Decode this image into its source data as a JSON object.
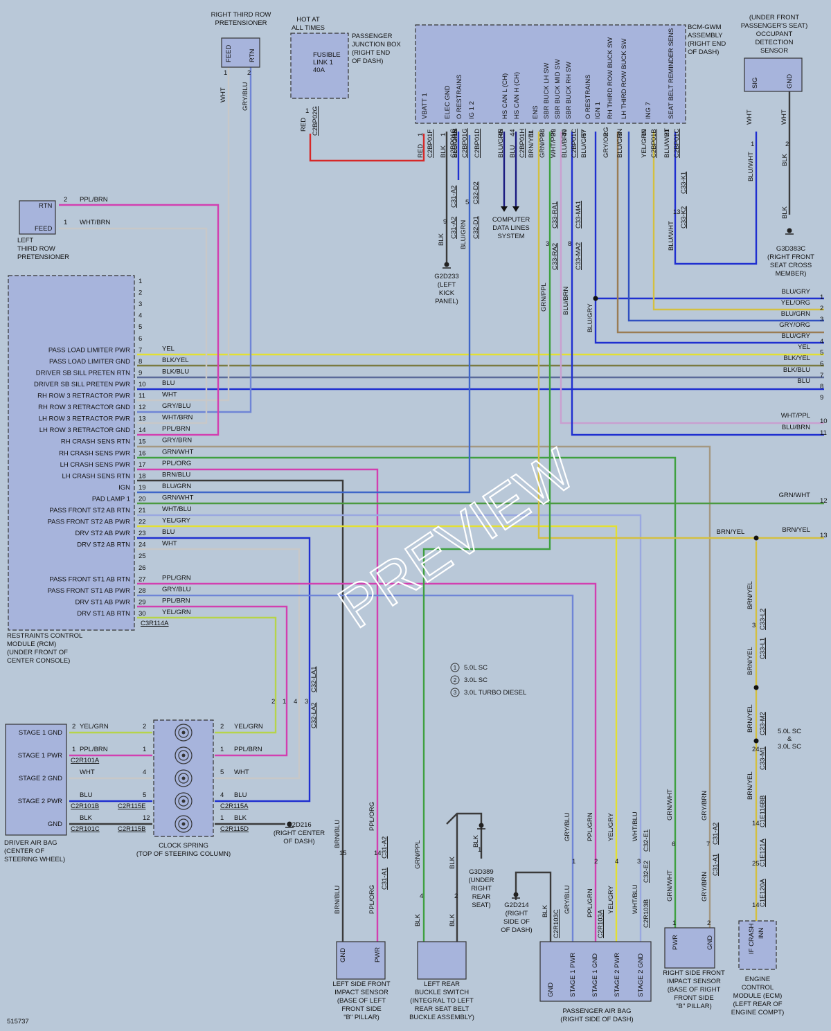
{
  "doc_id": "515737",
  "watermark": "PREVIEW",
  "legend": [
    {
      "num": "1",
      "text": "5.0L SC"
    },
    {
      "num": "2",
      "text": "3.0L SC"
    },
    {
      "num": "3",
      "text": "3.0L TURBO DIESEL"
    }
  ],
  "components": {
    "rcm": [
      "RESTRAINTS CONTROL",
      "MODULE (RCM)",
      "(UNDER FRONT OF",
      "CENTER CONSOLE)"
    ],
    "rcm_connector": "C3R114A",
    "right_pret": [
      "RIGHT THIRD ROW",
      "PRETENSIONER"
    ],
    "left_pret": [
      "LEFT",
      "THIRD ROW",
      "PRETENSIONER"
    ],
    "hot_at": [
      "HOT AT",
      "ALL TIMES"
    ],
    "pjb": [
      "PASSENGER",
      "JUNCTION BOX",
      "(RIGHT END",
      "OF DASH)"
    ],
    "fuse": [
      "FUSIBLE",
      "LINK 1",
      "40A"
    ],
    "bcm": [
      "BCM-GWM",
      "ASSEMBLY",
      "(RIGHT END",
      "OF DASH)"
    ],
    "ods": [
      "(UNDER FRONT",
      "PASSENGER'S SEAT)",
      "OCCUPANT",
      "DETECTION",
      "SENSOR"
    ],
    "g3d383c": [
      "G3D383C",
      "(RIGHT FRONT",
      "SEAT CROSS",
      "MEMBER)"
    ],
    "g2d233": [
      "G2D233",
      "(LEFT",
      "KICK",
      "PANEL)"
    ],
    "computer_data": [
      "COMPUTER",
      "DATA LINES",
      "SYSTEM"
    ],
    "driver_airbag": [
      "DRIVER AIR BAG",
      "(CENTER OF",
      "STEERING WHEEL)"
    ],
    "clock_spring": [
      "CLOCK SPRING",
      "(TOP OF STEERING COLUMN)"
    ],
    "g2d216": [
      "G2D216",
      "(RIGHT CENTER",
      "OF DASH)"
    ],
    "left_impact": [
      "LEFT SIDE FRONT",
      "IMPACT SENSOR",
      "(BASE OF LEFT",
      "FRONT SIDE",
      "\"B\" PILLAR)"
    ],
    "left_buckle": [
      "LEFT REAR",
      "BUCKLE SWITCH",
      "(INTEGRAL TO LEFT",
      "REAR SEAT BELT",
      "BUCKLE ASSEMBLY)"
    ],
    "g3d389": [
      "G3D389",
      "(UNDER",
      "RIGHT",
      "REAR",
      "SEAT)"
    ],
    "g2d214": [
      "G2D214",
      "(RIGHT",
      "SIDE OF",
      "OF DASH)"
    ],
    "pass_airbag": [
      "PASSENGER AIR BAG",
      "(RIGHT SIDE OF DASH)"
    ],
    "right_impact": [
      "RIGHT SIDE FRONT",
      "IMPACT SENSOR",
      "(BASE OF RIGHT",
      "FRONT SIDE",
      "\"B\" PILLAR)"
    ],
    "ecm": [
      "ENGINE",
      "CONTROL",
      "MODULE (ECM)",
      "(LEFT REAR OF",
      "ENGINE COMPT)"
    ],
    "sc_note": [
      "5.0L SC",
      "&",
      "3.0L SC"
    ]
  },
  "rcm_pins": [
    {
      "pin": "1",
      "label": "",
      "wire": ""
    },
    {
      "pin": "2",
      "label": "",
      "wire": ""
    },
    {
      "pin": "3",
      "label": "",
      "wire": ""
    },
    {
      "pin": "4",
      "label": "",
      "wire": ""
    },
    {
      "pin": "5",
      "label": "",
      "wire": ""
    },
    {
      "pin": "6",
      "label": "",
      "wire": ""
    },
    {
      "pin": "7",
      "label": "PASS LOAD LIMITER PWR",
      "wire": "YEL"
    },
    {
      "pin": "8",
      "label": "PASS LOAD LIMITER GND",
      "wire": "BLK/YEL"
    },
    {
      "pin": "9",
      "label": "DRIVER SB SILL PRETEN RTN",
      "wire": "BLK/BLU"
    },
    {
      "pin": "10",
      "label": "DRIVER SB SILL PRETEN PWR",
      "wire": "BLU"
    },
    {
      "pin": "11",
      "label": "RH ROW 3 RETRACTOR PWR",
      "wire": "WHT"
    },
    {
      "pin": "12",
      "label": "RH ROW 3 RETRACTOR GND",
      "wire": "GRY/BLU"
    },
    {
      "pin": "13",
      "label": "LH ROW 3 RETRACTOR PWR",
      "wire": "WHT/BRN"
    },
    {
      "pin": "14",
      "label": "LH ROW 3 RETRACTOR GND",
      "wire": "PPL/BRN"
    },
    {
      "pin": "15",
      "label": "RH CRASH SENS RTN",
      "wire": "GRY/BRN"
    },
    {
      "pin": "16",
      "label": "RH CRASH SENS PWR",
      "wire": "GRN/WHT"
    },
    {
      "pin": "17",
      "label": "LH CRASH SENS PWR",
      "wire": "PPL/ORG"
    },
    {
      "pin": "18",
      "label": "LH CRASH SENS RTN",
      "wire": "BRN/BLU"
    },
    {
      "pin": "19",
      "label": "IGN",
      "wire": "BLU/GRN"
    },
    {
      "pin": "20",
      "label": "PAD LAMP 1",
      "wire": "GRN/WHT"
    },
    {
      "pin": "21",
      "label": "PASS FRONT ST2 AB RTN",
      "wire": "WHT/BLU"
    },
    {
      "pin": "22",
      "label": "PASS FRONT ST2 AB PWR",
      "wire": "YEL/GRY"
    },
    {
      "pin": "23",
      "label": "DRV ST2 AB PWR",
      "wire": "BLU"
    },
    {
      "pin": "24",
      "label": "DRV ST2 AB RTN",
      "wire": "WHT"
    },
    {
      "pin": "25",
      "label": "",
      "wire": ""
    },
    {
      "pin": "26",
      "label": "",
      "wire": ""
    },
    {
      "pin": "27",
      "label": "PASS FRONT ST1 AB RTN",
      "wire": "PPL/GRN"
    },
    {
      "pin": "28",
      "label": "PASS FRONT ST1 AB PWR",
      "wire": "GRY/BLU"
    },
    {
      "pin": "29",
      "label": "DRV ST1 AB PWR",
      "wire": "PPL/BRN"
    },
    {
      "pin": "30",
      "label": "DRV ST1 AB RTN",
      "wire": "YEL/GRN"
    }
  ],
  "bcm_pins": [
    {
      "label": "VBATT 1",
      "pin": "1",
      "wire": "RED",
      "conn": "C2BP01F"
    },
    {
      "label": "ELEC GND",
      "pin": "1",
      "wire": "BLK",
      "conn": "C2BP01G"
    },
    {
      "label": "O RESTRAINS",
      "pin": "15",
      "wire": "BLU/GRN",
      "conn": "C2BP01G"
    },
    {
      "label": "IG 1 2",
      "pin": "",
      "wire": "",
      "conn": "C2BP01D"
    },
    {
      "label": "HS CAN L (CH)",
      "pin": "45",
      "wire": "BLU/GRN",
      "conn": ""
    },
    {
      "label": "HS CAN H (CH)",
      "pin": "44",
      "wire": "BLU",
      "conn": "C2BP01H"
    },
    {
      "label": "ENS",
      "pin": "11",
      "wire": "BRN/YEL",
      "conn": ""
    },
    {
      "label": "SBR BUCK LH SW",
      "pin": "38",
      "wire": "GRN/PPL",
      "conn": ""
    },
    {
      "label": "SBR BUCK MID SW",
      "pin": "39",
      "wire": "WHT/PPL",
      "conn": ""
    },
    {
      "label": "SBR BUCK RH SW",
      "pin": "40",
      "wire": "BLU/BRN",
      "conn": "C2BP01C"
    },
    {
      "label": "O RESTRAINS",
      "pin": "57",
      "wire": "BLU/GRY",
      "conn": ""
    },
    {
      "label": "IGN 1",
      "pin": "",
      "wire": "",
      "conn": ""
    },
    {
      "label": "RH THIRD ROW BUCK SW",
      "pin": "2",
      "wire": "GRY/ORG",
      "conn": ""
    },
    {
      "label": "LH THIRD ROW BUCK SW",
      "pin": "3",
      "wire": "BLU/GRN",
      "conn": ""
    },
    {
      "label": "ING 7",
      "pin": "19",
      "wire": "YEL/GRN",
      "conn": "C2BP01B"
    },
    {
      "label": "SEAT BELT REMINDER SENS",
      "pin": "21",
      "wire": "BLU/WHT",
      "conn": "C2BP01C"
    }
  ],
  "right_edge": [
    {
      "num": "1",
      "wire": "BLU/GRY"
    },
    {
      "num": "2",
      "wire": "YEL/ORG"
    },
    {
      "num": "3",
      "wire": "BLU/GRN"
    },
    {
      "num": "",
      "wire": "GRY/ORG"
    },
    {
      "num": "4",
      "wire": "BLU/GRY"
    },
    {
      "num": "5",
      "wire": "YEL"
    },
    {
      "num": "6",
      "wire": "BLK/YEL"
    },
    {
      "num": "7",
      "wire": "BLK/BLU"
    },
    {
      "num": "8",
      "wire": "BLU"
    },
    {
      "num": "9",
      "wire": ""
    },
    {
      "num": "10",
      "wire": "WHT/PPL"
    },
    {
      "num": "11",
      "wire": "BLU/BRN"
    },
    {
      "num": "12",
      "wire": "GRN/WHT"
    },
    {
      "num": "13",
      "wire": "BRN/YEL"
    }
  ],
  "labels": {
    "rtn": "RTN",
    "feed": "FEED",
    "sig": "SIG",
    "gnd": "GND",
    "pwr": "PWR",
    "stage1gnd": "STAGE 1 GND",
    "stage1pwr": "STAGE 1 PWR",
    "stage2gnd": "STAGE 2 GND",
    "stage2pwr": "STAGE 2 PWR",
    "if_crash": "IF CRASH",
    "inn": "INN",
    "ppl_brn": "PPL/BRN",
    "wht_brn": "WHT/BRN",
    "wht": "WHT",
    "gry_blu": "GRY/BLU",
    "red": "RED",
    "blk": "BLK",
    "blu_wht": "BLU/WHT",
    "c2bp02g": "C2BP02G",
    "c31a2": "C31-A2",
    "c32d2": "C32-D2",
    "c32d1": "C32-D1",
    "c33ra1": "C33-RA1",
    "c33ra2": "C33-RA2",
    "c33ma1": "C33-MA1",
    "c33ma2": "C33-MA2",
    "c33k1": "C33-K1",
    "c33k2": "C33-K2",
    "blu_grn": "BLU/GRN",
    "blu_grn2": "BLU/GRN",
    "grn_ppl": "GRN/PPL",
    "blu_brn": "BLU/BRN",
    "blu_gry": "BLU/GRY",
    "yel_grn": "YEL/GRN",
    "blu": "BLU",
    "c2r101a": "C2R101A",
    "c2r101b": "C2R101B",
    "c2r101c": "C2R101C",
    "c2r115e": "C2R115E",
    "c2r115b": "C2R115B",
    "c2r115a": "C2R115A",
    "c2r115d": "C2R115D",
    "c32la1": "C32-LA1",
    "c32la2": "C32-LA2",
    "brn_blu": "BRN/BLU",
    "ppl_org": "PPL/ORG",
    "c31a1": "C31-A1",
    "c31a2b": "C31-A2",
    "grn_ppl2": "GRN/PPL",
    "ppl_grn": "PPL/GRN",
    "yel_gry": "YEL/GRY",
    "wht_blu": "WHT/BLU",
    "c32e1": "C32-E1",
    "c32e2": "C32-E2",
    "c2r103c": "C2R103C",
    "c2r103a": "C2R103A",
    "c2r103b": "C2R103B",
    "grn_wht": "GRN/WHT",
    "gry_brn": "GRY/BRN",
    "brn_yel": "BRN/YEL",
    "c33l2": "C33-L2",
    "c33l1": "C33-L1",
    "c33m2": "C33-M2",
    "c33m1": "C33-M1",
    "c1e116bb": "C1E116BB",
    "c1e121a": "C1E121A",
    "c1e120a": "C1E120A"
  }
}
